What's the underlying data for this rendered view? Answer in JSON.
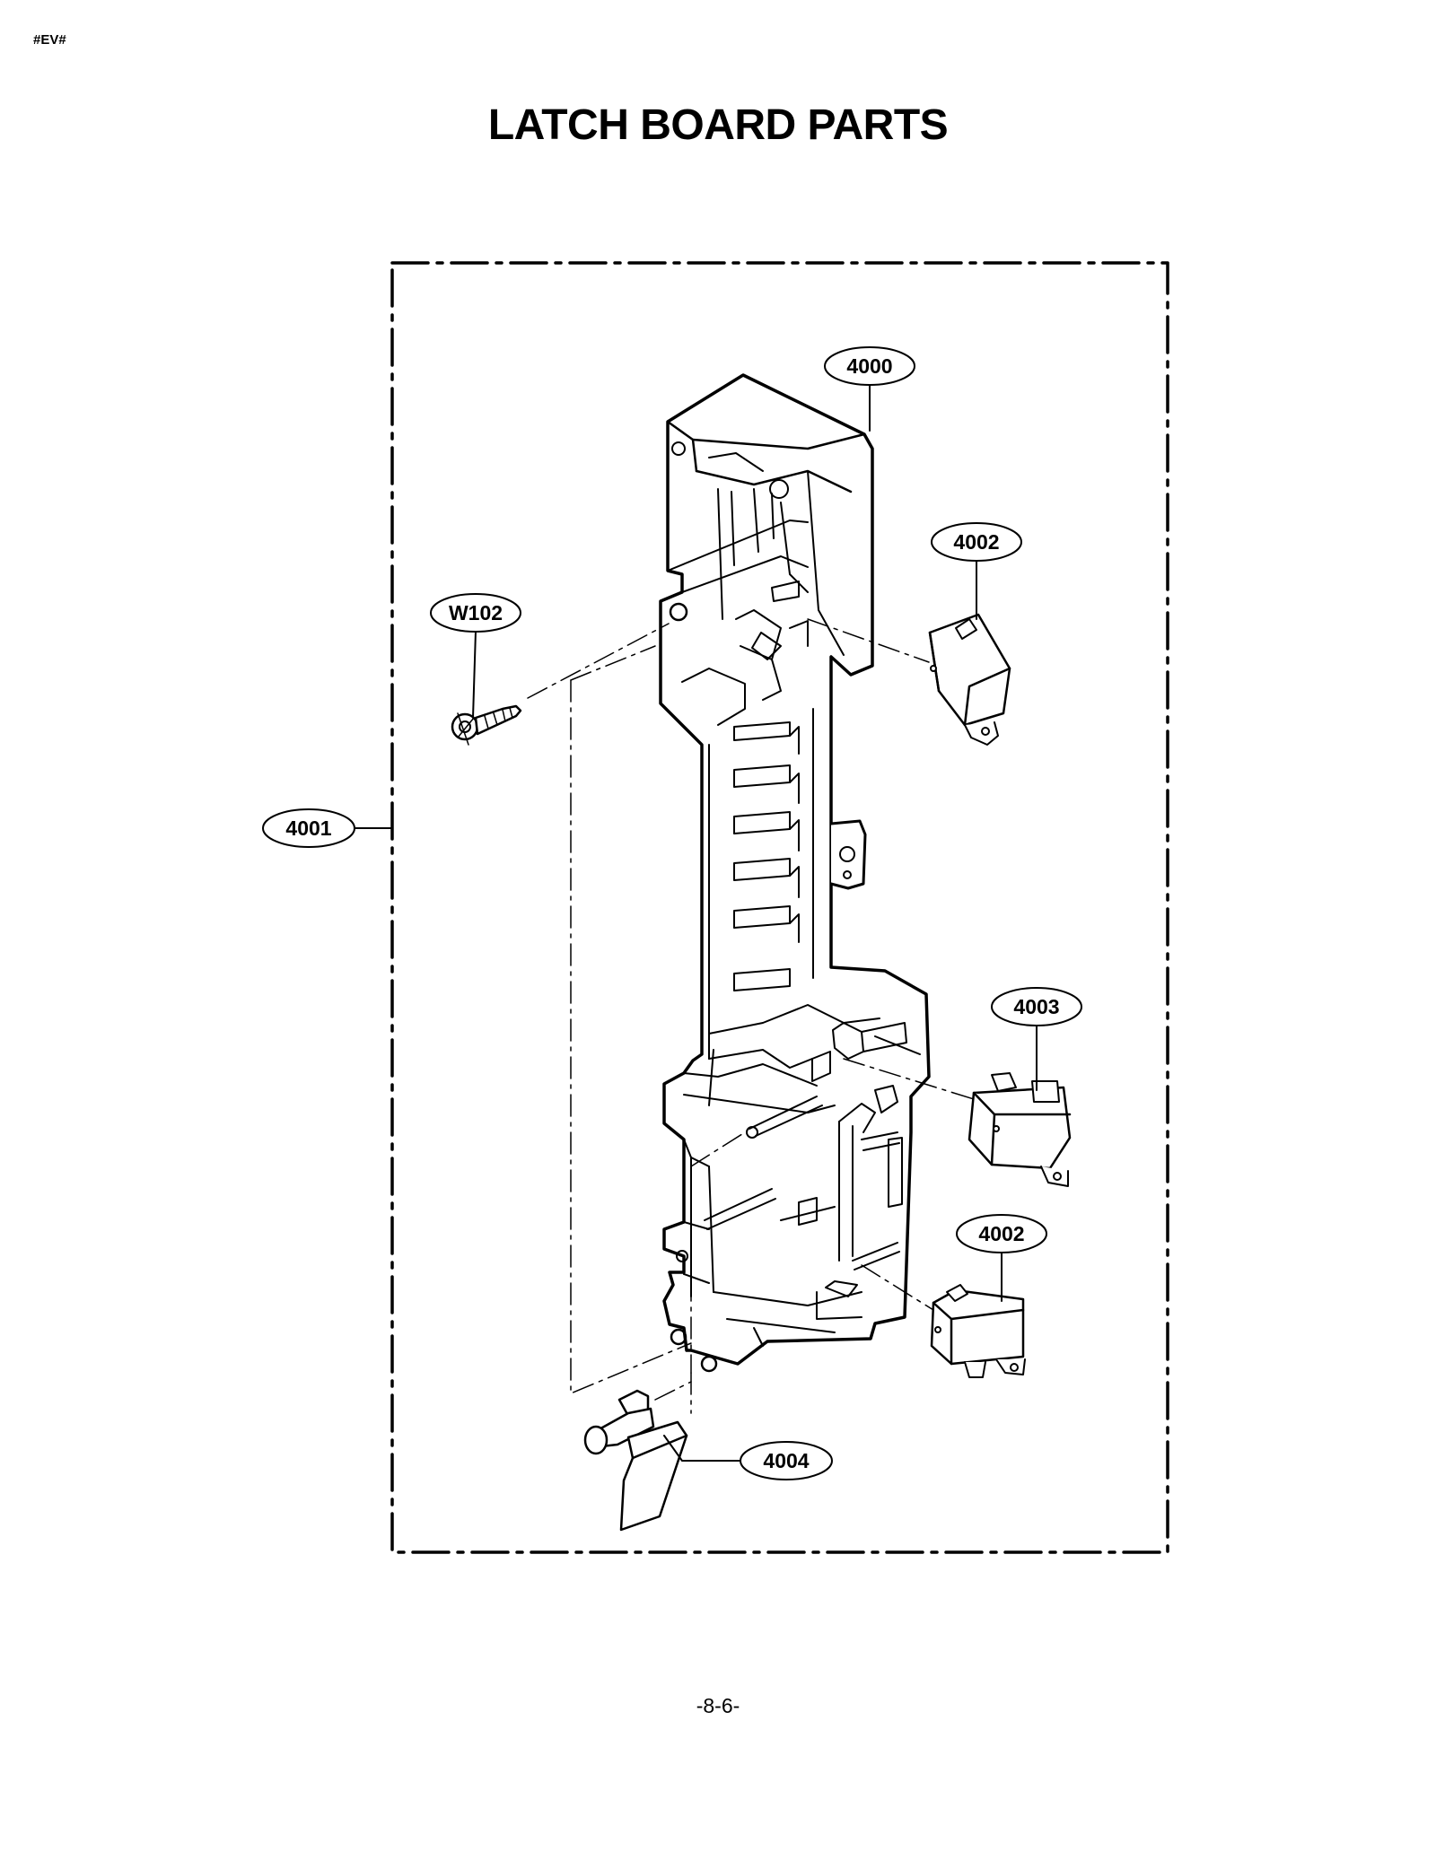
{
  "header": {
    "doc_code": "#EV#"
  },
  "title": "LATCH BOARD PARTS",
  "callouts": {
    "latch_board": "4000",
    "switch_top": "4002",
    "screw": "W102",
    "assembly": "4001",
    "switch_middle": "4003",
    "switch_bottom": "4002",
    "lever": "4004"
  },
  "footer": {
    "page_number": "-8-6-"
  }
}
